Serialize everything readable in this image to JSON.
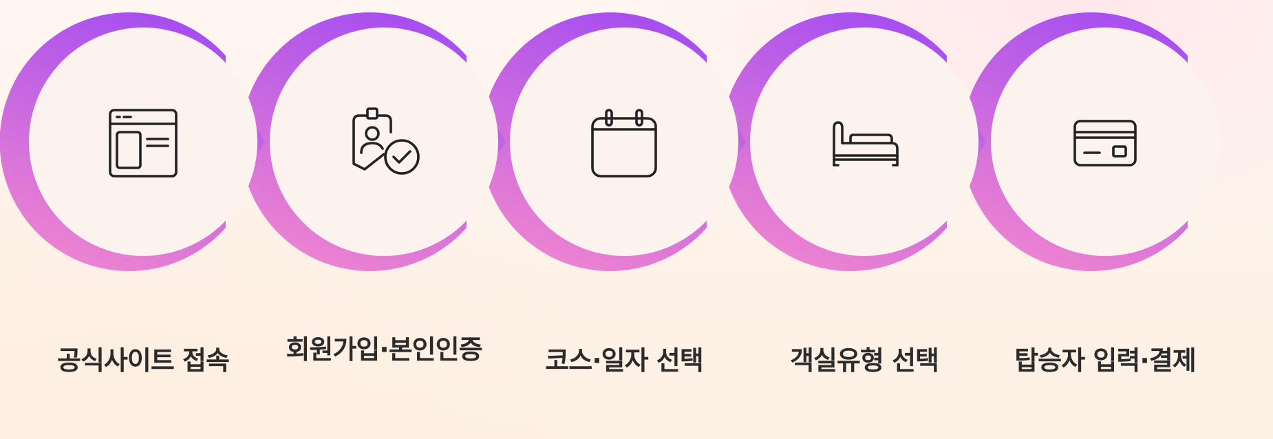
{
  "steps": [
    {
      "icon": "browser-window-icon",
      "label": "공식사이트 접속"
    },
    {
      "icon": "id-badge-verified-icon",
      "label": "회원가입·본인인증"
    },
    {
      "icon": "calendar-icon",
      "label": "코스·일자 선택"
    },
    {
      "icon": "bed-icon",
      "label": "객실유형 선택"
    },
    {
      "icon": "credit-card-icon",
      "label": "탑승자 입력·결제"
    }
  ],
  "colors": {
    "ring_top": "#a64ef0",
    "ring_bottom": "#ee84d0",
    "circle_fill": "#fdf3ee",
    "icon_stroke": "#222222",
    "label_text": "#2b2b2b"
  }
}
